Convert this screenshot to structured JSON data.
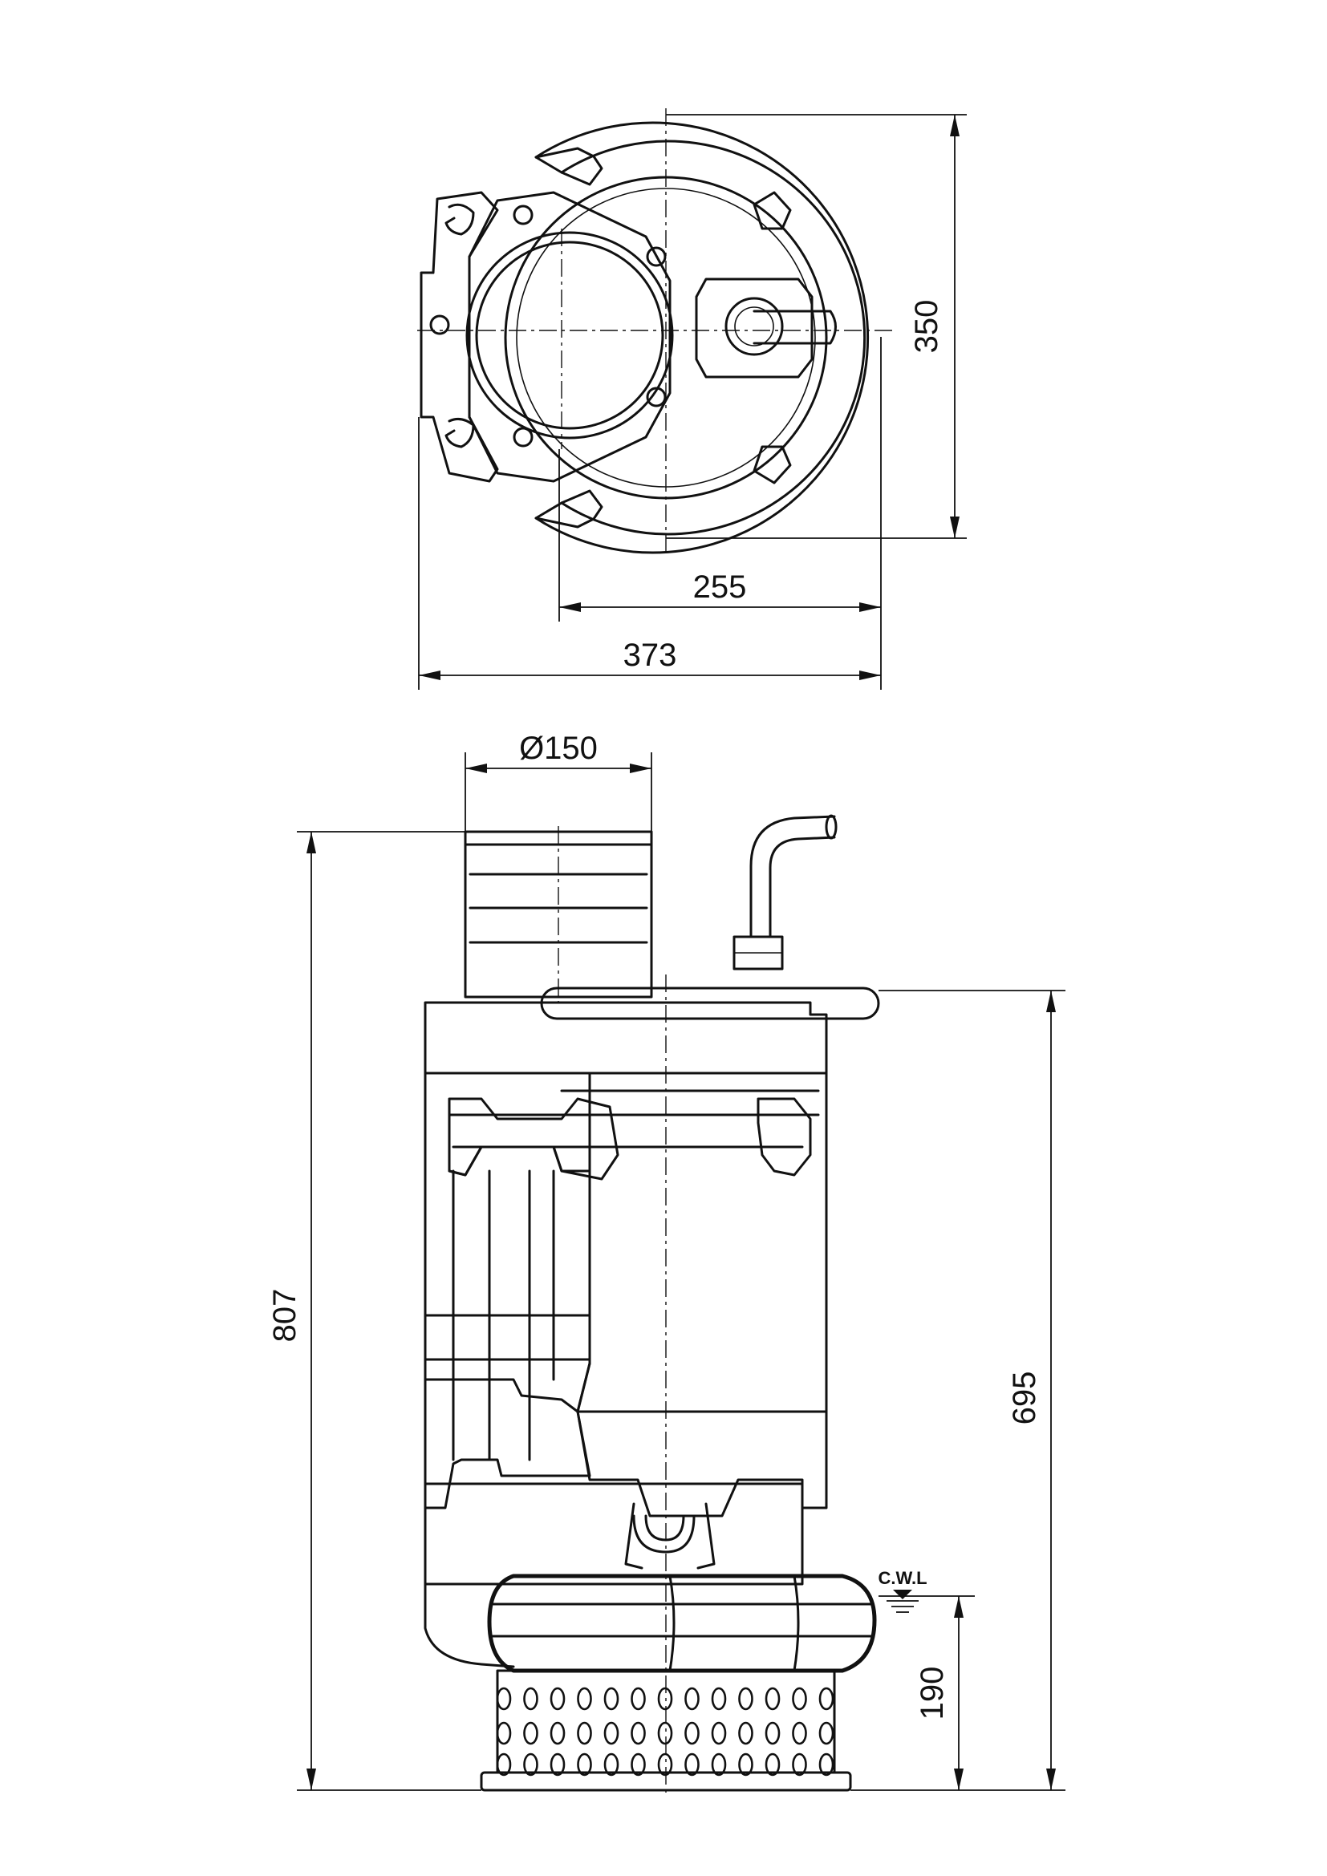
{
  "dimensions": {
    "top_view_height": "350",
    "discharge_offset": "255",
    "overall_width": "373",
    "discharge_diameter": "Ø150",
    "overall_height": "807",
    "handle_height": "695",
    "cwl_height": "190"
  },
  "labels": {
    "cwl": "C.W.L"
  },
  "colors": {
    "line": "#111111",
    "background": "#ffffff"
  }
}
